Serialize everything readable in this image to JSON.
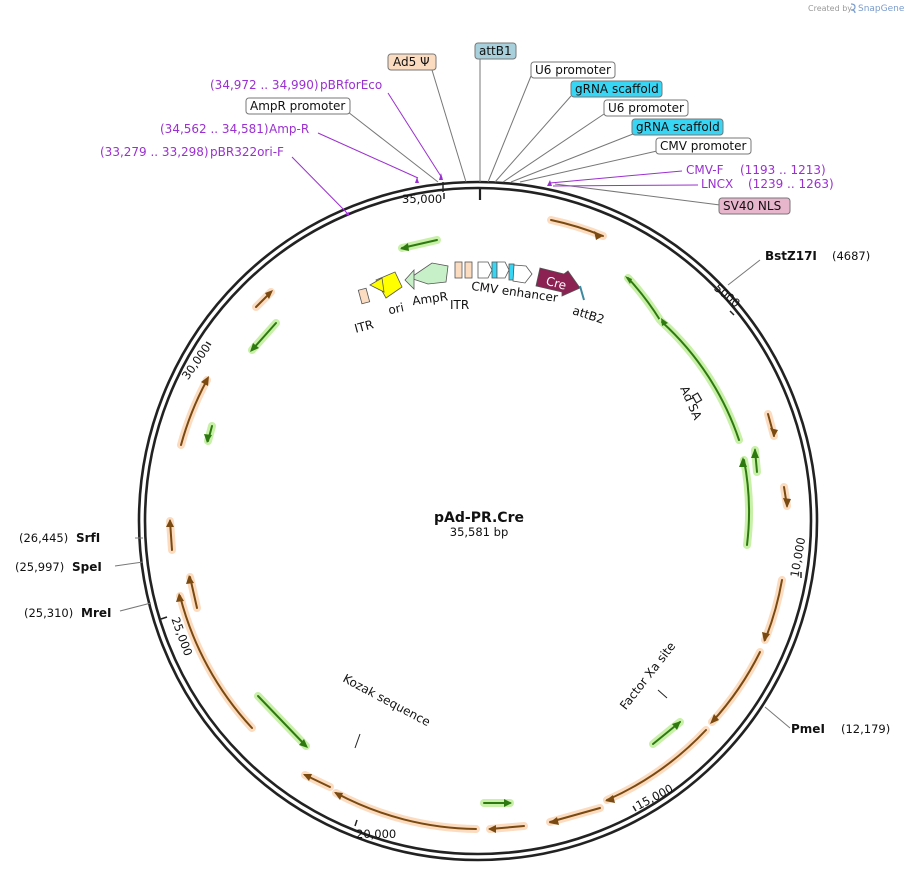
{
  "credit": {
    "prefix": "Created by",
    "brand": "SnapGene"
  },
  "plasmid": {
    "name": "pAd-PR.Cre",
    "size_label": "35,581 bp"
  },
  "ticks": [
    "5000",
    "10,000",
    "15,000",
    "20,000",
    "25,000",
    "30,000",
    "35,000"
  ],
  "boxed_labels": [
    {
      "text": "Ad5 Ψ",
      "fill": "#fbdcc0"
    },
    {
      "text": "attB1",
      "fill": "#a8d0dc"
    },
    {
      "text": "U6 promoter",
      "fill": "#ffffff"
    },
    {
      "text": "gRNA scaffold",
      "fill": "#38d6f5"
    },
    {
      "text": "U6 promoter",
      "fill": "#ffffff"
    },
    {
      "text": "gRNA scaffold",
      "fill": "#38d6f5"
    },
    {
      "text": "CMV promoter",
      "fill": "#ffffff"
    },
    {
      "text": "AmpR promoter",
      "fill": "#ffffff"
    },
    {
      "text": "SV40 NLS",
      "fill": "#e8b6cc"
    }
  ],
  "primers": [
    {
      "name": "pBRforEco",
      "range": "(34,972 .. 34,990)"
    },
    {
      "name": "Amp-R",
      "range": "(34,562 .. 34,581)"
    },
    {
      "name": "pBR322ori-F",
      "range": "(33,279 .. 33,298)"
    },
    {
      "name": "CMV-F",
      "range": "(1193 .. 1213)"
    },
    {
      "name": "LNCX",
      "range": "(1239 .. 1263)"
    }
  ],
  "enzymes": [
    {
      "name": "BstZ17I",
      "pos": "(4687)"
    },
    {
      "name": "PmeI",
      "pos": "(12,179)"
    },
    {
      "name": "SrfI",
      "pos": "(26,445)"
    },
    {
      "name": "SpeI",
      "pos": "(25,997)"
    },
    {
      "name": "MreI",
      "pos": "(25,310)"
    }
  ],
  "features": {
    "itr_left": "ITR",
    "ori": "ori",
    "ampr": "AmpR",
    "itr_right": "ITR",
    "cmv_enhancer": "CMV enhancer",
    "cre": "Cre",
    "attb2": "attB2",
    "ad_sa": "Ad SA",
    "factor_xa": "Factor Xa site",
    "kozak": "Kozak sequence"
  },
  "colors": {
    "orf_orange": "#f5a623",
    "orf_green": "#3aa80f",
    "cre": "#8b2252",
    "ori": "#ffff00",
    "ampr": "#c8f0c8",
    "itr": "#fbdcc0",
    "primer": "#9b30d0"
  }
}
